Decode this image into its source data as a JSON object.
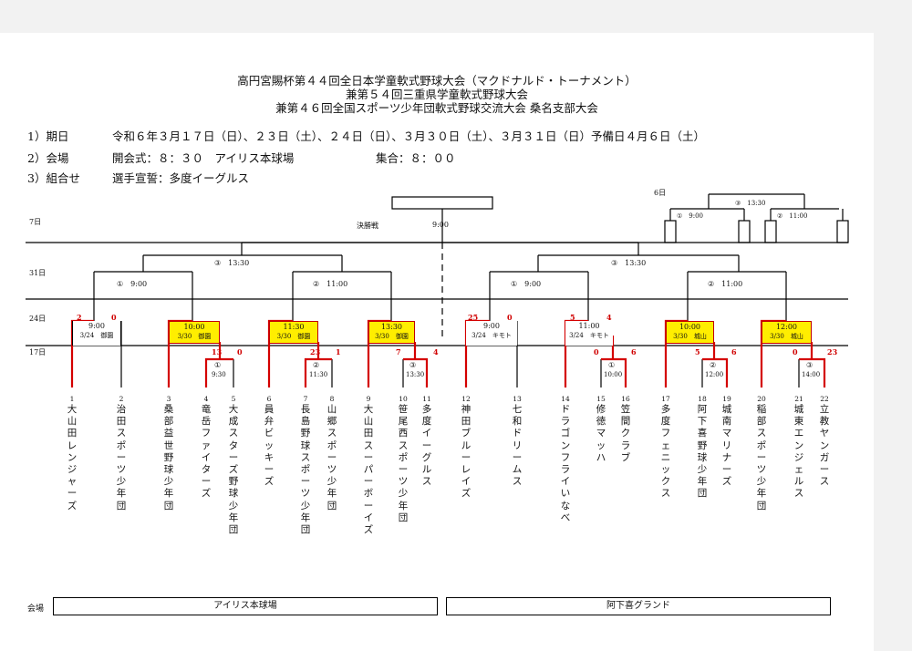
{
  "header": {
    "line1": "高円宮賜杯第４４回全日本学童軟式野球大会（マクドナルド・トーナメント）",
    "line2": "兼第５４回三重県学童軟式野球大会",
    "line3": "兼第４６回全国スポーツ少年団軟式野球交流大会 桑名支部大会"
  },
  "info": {
    "period_label": "1）期日",
    "period_value": "令和６年３月１７日（日）、２３日（土）、２４日（日）、３月３０日（土）、３月３１日（日）予備日４月６日（土）",
    "venue_label": "2）会場",
    "venue_value": "開会式：８：３０　アイリス本球場",
    "gather_value": "集合：８：００",
    "combo_label": "3）組合せ",
    "combo_value": "選手宣誓：多度イーグルス"
  },
  "dates": {
    "d6": "6日",
    "d7": "7日",
    "d31": "31日",
    "d24": "24日",
    "d17": "17日"
  },
  "final": {
    "label": "決勝戦",
    "time": "9:00"
  },
  "bracket": {
    "left_semi": "③　13:30",
    "right_semi": "③　13:30",
    "q1": "①　9:00",
    "q2": "②　11:00",
    "q3": "①　9:00",
    "q4": "②　11:00",
    "rep_top": "③　13:30",
    "rep_a": "①　9:00",
    "rep_b": "②　11:00"
  },
  "r2": [
    {
      "time": "9:00",
      "sub": "3/24　御園",
      "yellow": false
    },
    {
      "time": "10:00",
      "sub": "3/30　御園",
      "yellow": true
    },
    {
      "time": "11:30",
      "sub": "3/30　御園",
      "yellow": true
    },
    {
      "time": "13:30",
      "sub": "3/30　御園",
      "yellow": true
    },
    {
      "time": "9:00",
      "sub": "3/24　キモト",
      "yellow": false
    },
    {
      "time": "11:00",
      "sub": "3/24　キモト",
      "yellow": false
    },
    {
      "time": "10:00",
      "sub": "3/30　城山",
      "yellow": true
    },
    {
      "time": "12:00",
      "sub": "3/30　城山",
      "yellow": true
    }
  ],
  "r1": [
    {
      "mark": "①",
      "time": "9:30"
    },
    {
      "mark": "②",
      "time": "11:30"
    },
    {
      "mark": "③",
      "time": "13:30"
    },
    {
      "mark": "①",
      "time": "10:00"
    },
    {
      "mark": "②",
      "time": "12:00"
    },
    {
      "mark": "③",
      "time": "14:00"
    }
  ],
  "scores": [
    "2",
    "0",
    "13",
    "0",
    "23",
    "1",
    "7",
    "4",
    "25",
    "0",
    "5",
    "4",
    "0",
    "6",
    "5",
    "6",
    "0",
    "23"
  ],
  "teams": [
    {
      "num": "1",
      "name": "大山田レンジャーズ"
    },
    {
      "num": "2",
      "name": "治田スポーツ少年団"
    },
    {
      "num": "3",
      "name": "桑部益世野球少年団"
    },
    {
      "num": "4",
      "name": "竜岳ファイターズ"
    },
    {
      "num": "5",
      "name": "大成スターズ野球少年団"
    },
    {
      "num": "6",
      "name": "員弁ビッキーズ"
    },
    {
      "num": "7",
      "name": "長島野球スポーツ少年団"
    },
    {
      "num": "8",
      "name": "山郷スポーツ少年団"
    },
    {
      "num": "9",
      "name": "大山田スーパーボーイズ"
    },
    {
      "num": "10",
      "name": "笹尾西スポーツ少年団"
    },
    {
      "num": "11",
      "name": "多度イーグルス"
    },
    {
      "num": "12",
      "name": "神田ブルーレイズ"
    },
    {
      "num": "13",
      "name": "七和ドリームス"
    },
    {
      "num": "14",
      "name": "ドラゴンフライいなべ"
    },
    {
      "num": "15",
      "name": "修徳マッハ"
    },
    {
      "num": "16",
      "name": "笠間クラブ"
    },
    {
      "num": "17",
      "name": "多度フェニックス"
    },
    {
      "num": "18",
      "name": "阿下喜野球少年団"
    },
    {
      "num": "19",
      "name": "城南マリナーズ"
    },
    {
      "num": "20",
      "name": "稲部スポーツ少年団"
    },
    {
      "num": "21",
      "name": "城東エンジェルス"
    },
    {
      "num": "22",
      "name": "立教ヤンガース"
    }
  ],
  "footer": {
    "venue_label": "会場",
    "left_venue": "アイリス本球場",
    "right_venue": "阿下喜グランド"
  },
  "colors": {
    "win_line": "#d40000",
    "highlight": "#ffee00"
  }
}
